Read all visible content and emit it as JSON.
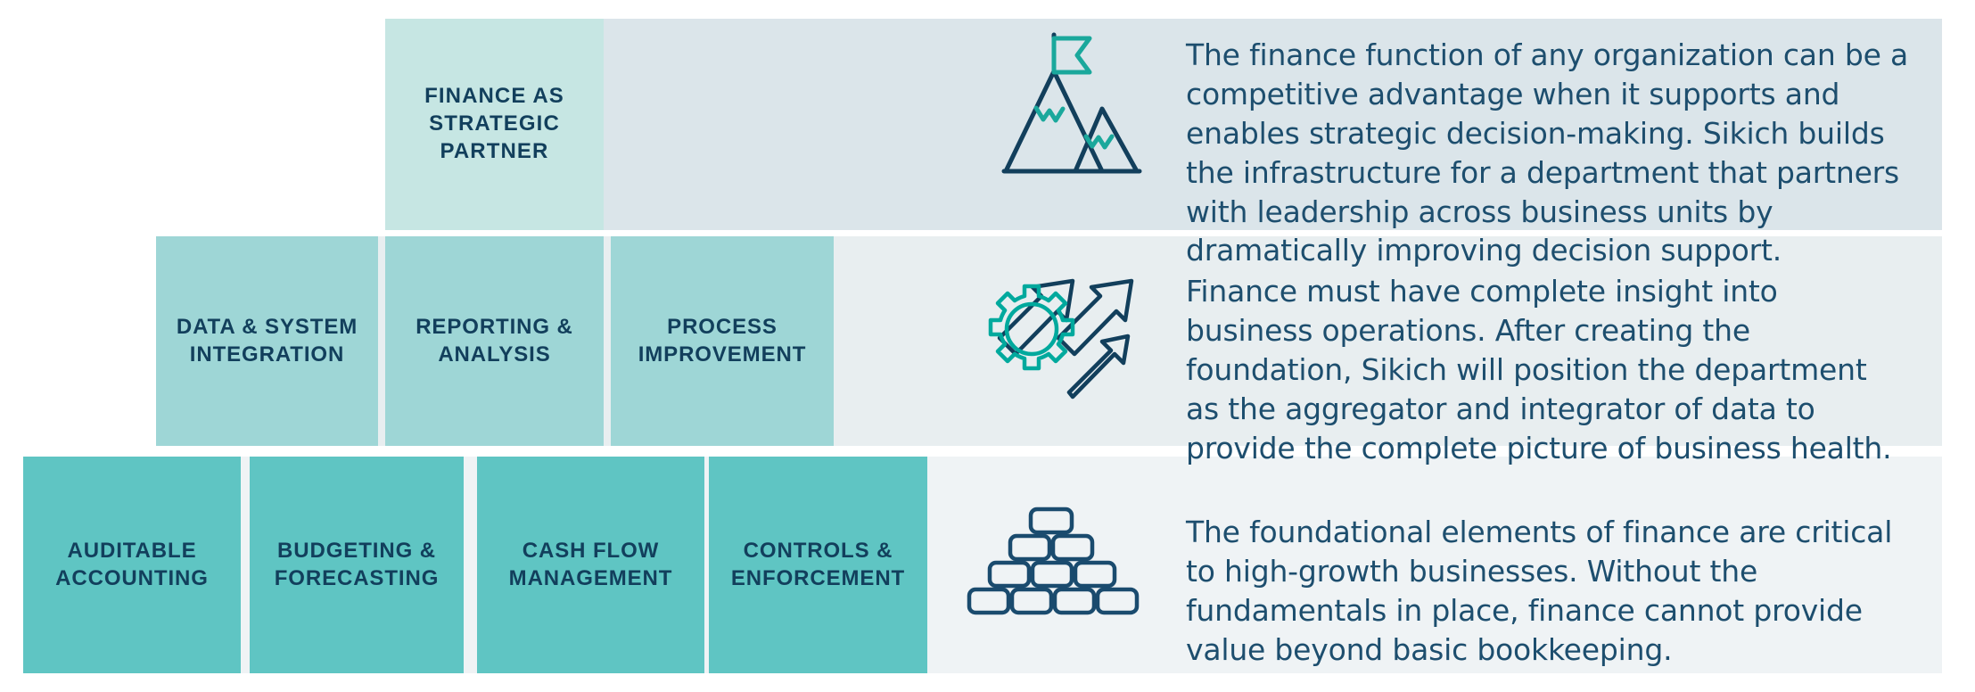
{
  "palette": {
    "band_top_bg": "#dbe5ea",
    "band_mid_bg": "#e8eef0",
    "band_bot_bg": "#eff3f5",
    "tile_top_bg": "#c6e6e3",
    "tile_mid_bg": "#9ed6d6",
    "tile_bot_bg": "#5fc5c3",
    "navy": "#123f5c",
    "body_text": "#1d4e6e",
    "teal_accent": "#00a99d"
  },
  "rows": [
    {
      "id": "strategic-partner",
      "icon": "mountain-flag-icon",
      "tiles": [
        {
          "line1": "FINANCE AS",
          "line2": "STRATEGIC",
          "line3": "PARTNER"
        }
      ],
      "description": "The finance function of any organization can be a competitive advantage when it supports and enables strategic decision-making. Sikich builds the infrastructure for a department that partners with leadership across business units by dramatically improving decision support."
    },
    {
      "id": "insight-integration",
      "icon": "gear-arrows-icon",
      "tiles": [
        {
          "line1": "DATA & SYSTEM",
          "line2": "INTEGRATION"
        },
        {
          "line1": "REPORTING &",
          "line2": "ANALYSIS"
        },
        {
          "line1": "PROCESS",
          "line2": "IMPROVEMENT"
        }
      ],
      "description": "Finance must have complete insight into business operations. After creating the foundation, Sikich will position the department as the aggregator and integrator of data to provide the complete picture of business health."
    },
    {
      "id": "foundation",
      "icon": "brick-wall-icon",
      "tiles": [
        {
          "line1": "AUDITABLE",
          "line2": "ACCOUNTING"
        },
        {
          "line1": "BUDGETING &",
          "line2": "FORECASTING"
        },
        {
          "line1": "CASH FLOW",
          "line2": "MANAGEMENT"
        },
        {
          "line1": "CONTROLS &",
          "line2": "ENFORCEMENT"
        }
      ],
      "description": "The foundational elements of finance are critical to high-growth businesses. Without the fundamentals in place, finance cannot provide value beyond basic bookkeeping."
    }
  ]
}
